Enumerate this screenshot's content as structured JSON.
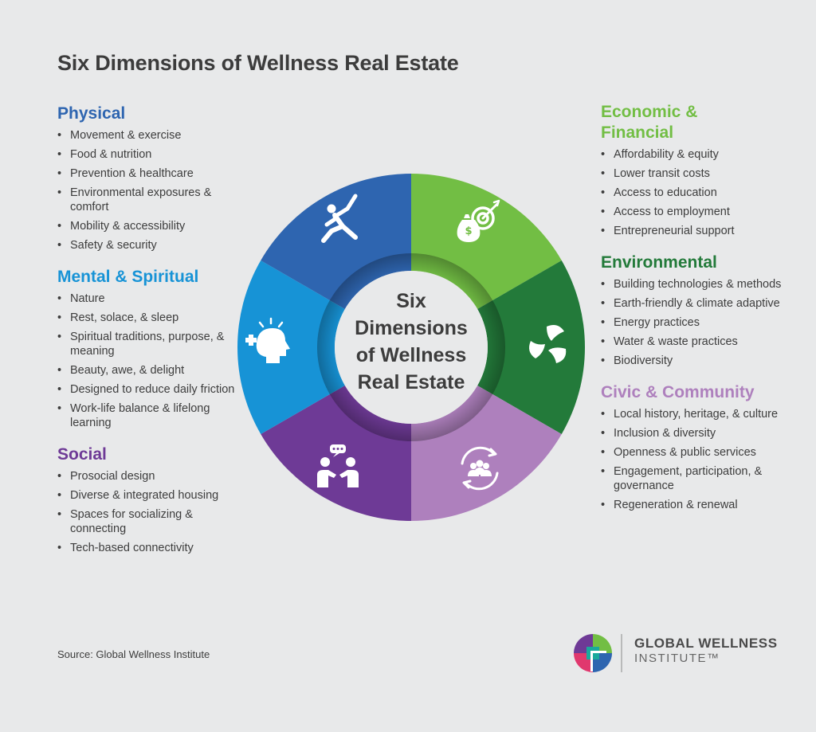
{
  "title": "Six Dimensions of Wellness Real Estate",
  "center_text": [
    "Six",
    "Dimensions",
    "of Wellness",
    "Real Estate"
  ],
  "colors": {
    "physical": "#2e65b0",
    "mental": "#1793d6",
    "social": "#6e3a96",
    "economic": "#72be44",
    "environmental": "#237a3a",
    "civic": "#ae80bd"
  },
  "left_sections": [
    {
      "id": "physical",
      "heading": "Physical",
      "color": "#2e65b0",
      "items": [
        "Movement & exercise",
        "Food & nutrition",
        "Prevention & healthcare",
        "Environmental exposures & comfort",
        "Mobility & accessibility",
        "Safety & security"
      ]
    },
    {
      "id": "mental",
      "heading": "Mental & Spiritual",
      "color": "#1793d6",
      "items": [
        "Nature",
        "Rest, solace, & sleep",
        "Spiritual traditions, purpose, & meaning",
        "Beauty, awe, & delight",
        "Designed to reduce daily friction",
        "Work-life balance & lifelong learning"
      ]
    },
    {
      "id": "social",
      "heading": "Social",
      "color": "#6e3a96",
      "items": [
        "Prosocial design",
        "Diverse & integrated housing",
        "Spaces for socializing & connecting",
        "Tech-based connectivity"
      ]
    }
  ],
  "right_sections": [
    {
      "id": "economic",
      "heading": "Economic & Financial",
      "color": "#72be44",
      "items": [
        "Affordability & equity",
        "Lower transit costs",
        "Access to education",
        "Access to employment",
        "Entrepreneurial support"
      ]
    },
    {
      "id": "environmental",
      "heading": "Environmental",
      "color": "#237a3a",
      "items": [
        "Building technologies & methods",
        "Earth-friendly & climate adaptive",
        "Energy practices",
        "Water & waste practices",
        "Biodiversity"
      ]
    },
    {
      "id": "civic",
      "heading": "Civic & Community",
      "color": "#ae80bd",
      "items": [
        "Local history, heritage, & culture",
        "Inclusion & diversity",
        "Openness & public services",
        "Engagement, participation, & governance",
        "Regeneration & renewal"
      ]
    }
  ],
  "wheel_segments": [
    {
      "id": "economic",
      "color": "#72be44",
      "icon": "target-money-icon"
    },
    {
      "id": "environmental",
      "color": "#237a3a",
      "icon": "recycle-leaves-icon"
    },
    {
      "id": "civic",
      "color": "#ae80bd",
      "icon": "community-cycle-icon"
    },
    {
      "id": "social",
      "color": "#6e3a96",
      "icon": "conversation-icon"
    },
    {
      "id": "mental",
      "color": "#1793d6",
      "icon": "mind-health-icon"
    },
    {
      "id": "physical",
      "color": "#2e65b0",
      "icon": "exercise-icon"
    }
  ],
  "source": "Source: Global Wellness Institute",
  "logo": {
    "name": "GLOBAL WELLNESS",
    "sub": "INSTITUTE™"
  }
}
